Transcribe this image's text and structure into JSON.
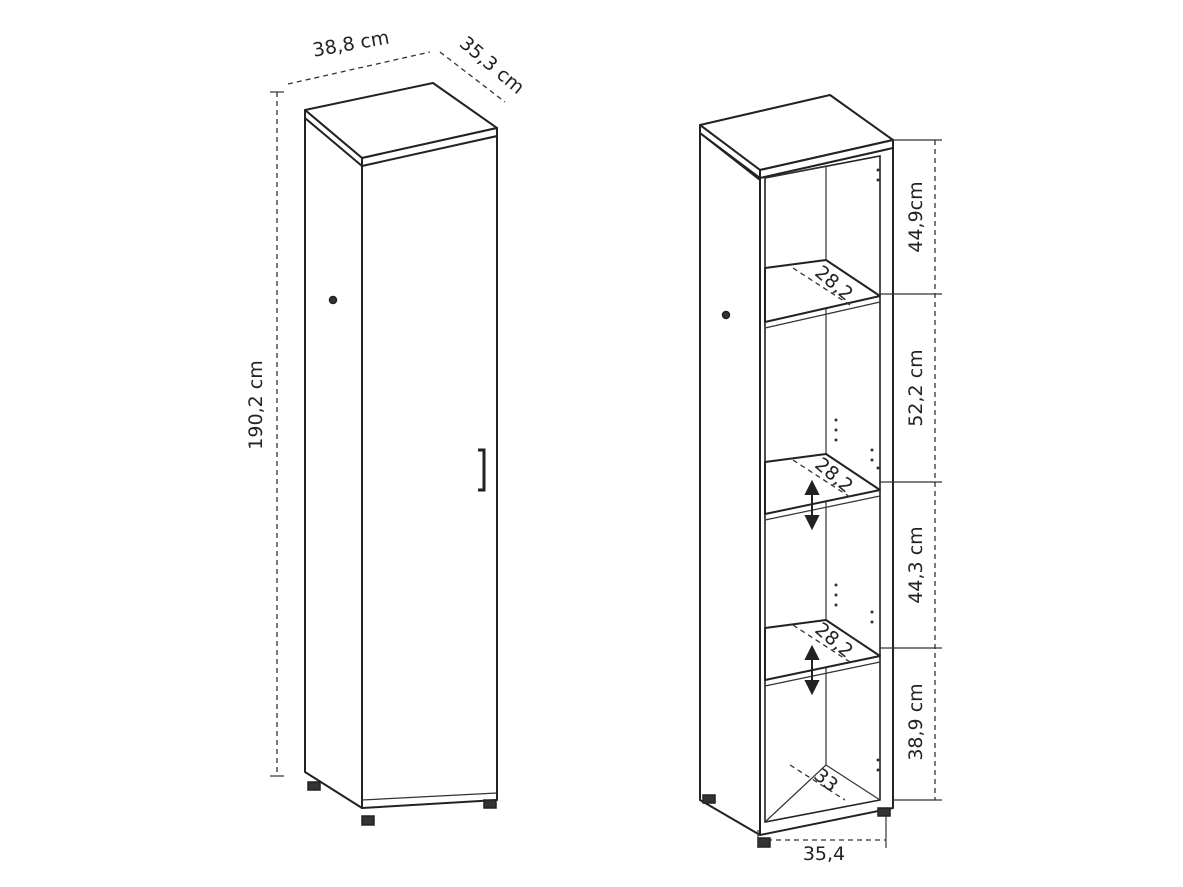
{
  "closed_cabinet": {
    "width_label": "38,8 cm",
    "depth_label": "35,3 cm",
    "height_label": "190,2 cm"
  },
  "open_cabinet": {
    "compartment_heights": [
      "44,9cm",
      "52,2 cm",
      "44,3 cm",
      "38,9 cm"
    ],
    "shelf_depths": [
      "28,2",
      "28,2",
      "28,2"
    ],
    "bottom_depth": "33",
    "inner_width": "35,4"
  }
}
